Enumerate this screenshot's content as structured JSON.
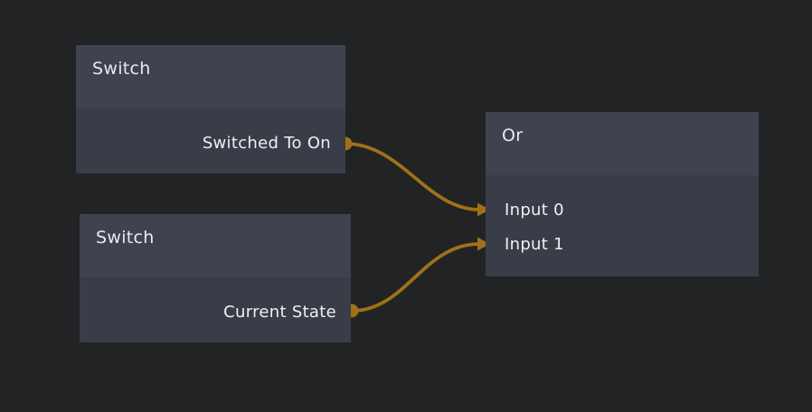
{
  "colors": {
    "background": "#222324",
    "node_header": "#3f4350",
    "node_body": "#393d48",
    "edge": "#a07118",
    "title_text": "#e9eaec",
    "label_text": "#eef0f2"
  },
  "nodes": [
    {
      "id": "switch-1",
      "title": "Switch",
      "outputs": [
        {
          "label": "Switched To On"
        }
      ]
    },
    {
      "id": "switch-2",
      "title": "Switch",
      "outputs": [
        {
          "label": "Current State"
        }
      ]
    },
    {
      "id": "or-1",
      "title": "Or",
      "inputs": [
        {
          "label": "Input 0"
        },
        {
          "label": "Input 1"
        }
      ]
    }
  ],
  "edges": [
    {
      "from": "switch-1 / Switched To On",
      "to": "or-1 / Input 0"
    },
    {
      "from": "switch-2 / Current State",
      "to": "or-1 / Input 1"
    }
  ]
}
